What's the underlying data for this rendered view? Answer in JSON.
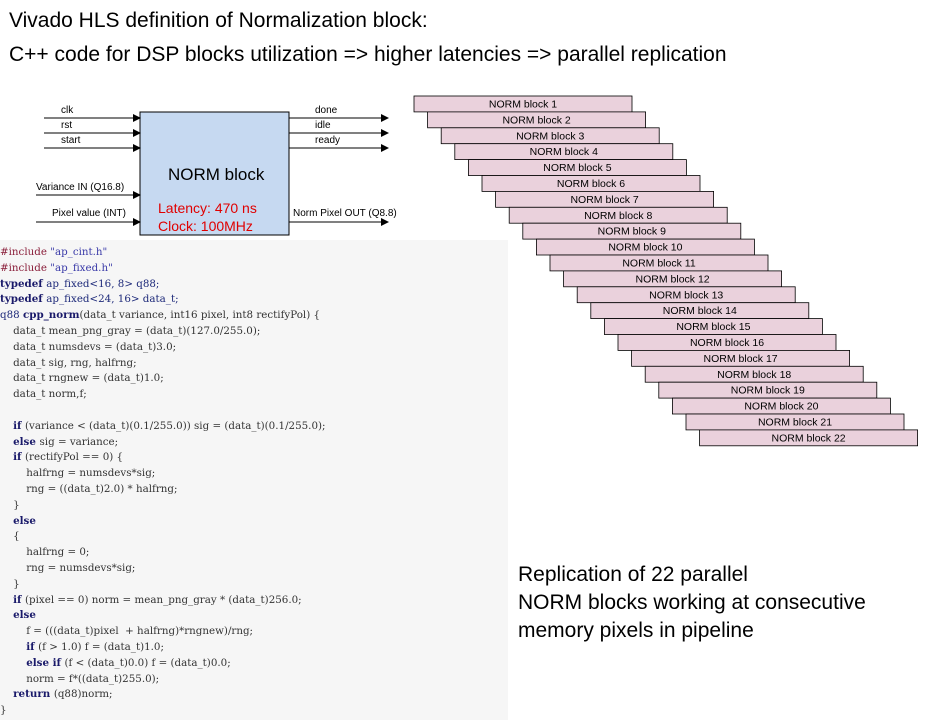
{
  "title": {
    "line1": "Vivado HLS definition of Normalization block:",
    "line2": "C++ code for DSP blocks utilization => higher latencies => parallel replication"
  },
  "norm_block": {
    "label": "NORM block",
    "latency": "Latency: 470 ns",
    "clock": "Clock: 100MHz",
    "inputs": [
      "clk",
      "rst",
      "start",
      "Variance IN (Q16.8)",
      "Pixel value (INT)"
    ],
    "outputs": [
      "done",
      "idle",
      "ready",
      "Norm Pixel OUT (Q8.8)"
    ],
    "fill_color": "#c6d9f1"
  },
  "replicas": {
    "fill_color": "#ead1dc",
    "labels": [
      "NORM block 1",
      "NORM block 2",
      "NORM block 3",
      "NORM block 4",
      "NORM block 5",
      "NORM block 6",
      "NORM block 7",
      "NORM block 8",
      "NORM block 9",
      "NORM block 10",
      "NORM block 11",
      "NORM block 12",
      "NORM block 13",
      "NORM block 14",
      "NORM block 15",
      "NORM block 16",
      "NORM block 17",
      "NORM block 18",
      "NORM block 19",
      "NORM block 20",
      "NORM block 21",
      "NORM block 22"
    ]
  },
  "code": [
    {
      "indent": "",
      "parts": [
        {
          "c": "pp",
          "t": "#include "
        },
        {
          "c": "str",
          "t": "\"ap_cint.h\""
        }
      ]
    },
    {
      "indent": "",
      "parts": [
        {
          "c": "pp",
          "t": "#include "
        },
        {
          "c": "str",
          "t": "\"ap_fixed.h\""
        }
      ]
    },
    {
      "indent": "",
      "parts": [
        {
          "c": "kw",
          "t": "typedef "
        },
        {
          "c": "ty",
          "t": "ap_fixed<16, 8> q88;"
        }
      ]
    },
    {
      "indent": "",
      "parts": [
        {
          "c": "kw",
          "t": "typedef "
        },
        {
          "c": "ty",
          "t": "ap_fixed<24, 16> data_t;"
        }
      ]
    },
    {
      "indent": "",
      "parts": [
        {
          "c": "ty",
          "t": "q88 "
        },
        {
          "c": "kw",
          "t": "cpp_norm"
        },
        {
          "c": "",
          "t": "(data_t variance, int16 pixel, int8 rectifyPol) {"
        }
      ]
    },
    {
      "indent": "    ",
      "parts": [
        {
          "c": "",
          "t": "data_t mean_png_gray = (data_t)(127.0/255.0);"
        }
      ]
    },
    {
      "indent": "    ",
      "parts": [
        {
          "c": "",
          "t": "data_t numsdevs = (data_t)3.0;"
        }
      ]
    },
    {
      "indent": "    ",
      "parts": [
        {
          "c": "",
          "t": "data_t sig, rng, halfrng;"
        }
      ]
    },
    {
      "indent": "    ",
      "parts": [
        {
          "c": "",
          "t": "data_t rngnew = (data_t)1.0;"
        }
      ]
    },
    {
      "indent": "    ",
      "parts": [
        {
          "c": "",
          "t": "data_t norm,f;"
        }
      ]
    },
    {
      "indent": "",
      "parts": [
        {
          "c": "",
          "t": ""
        }
      ]
    },
    {
      "indent": "    ",
      "parts": [
        {
          "c": "kw",
          "t": "if "
        },
        {
          "c": "",
          "t": "(variance < (data_t)(0.1/255.0)) sig = (data_t)(0.1/255.0);"
        }
      ]
    },
    {
      "indent": "    ",
      "parts": [
        {
          "c": "kw",
          "t": "else "
        },
        {
          "c": "",
          "t": "sig = variance;"
        }
      ]
    },
    {
      "indent": "    ",
      "parts": [
        {
          "c": "kw",
          "t": "if "
        },
        {
          "c": "",
          "t": "(rectifyPol == 0) {"
        }
      ]
    },
    {
      "indent": "        ",
      "parts": [
        {
          "c": "",
          "t": "halfrng = numsdevs*sig;"
        }
      ]
    },
    {
      "indent": "        ",
      "parts": [
        {
          "c": "",
          "t": "rng = ((data_t)2.0) * halfrng;"
        }
      ]
    },
    {
      "indent": "    ",
      "parts": [
        {
          "c": "",
          "t": "}"
        }
      ]
    },
    {
      "indent": "    ",
      "parts": [
        {
          "c": "kw",
          "t": "else"
        }
      ]
    },
    {
      "indent": "    ",
      "parts": [
        {
          "c": "",
          "t": "{"
        }
      ]
    },
    {
      "indent": "        ",
      "parts": [
        {
          "c": "",
          "t": "halfrng = 0;"
        }
      ]
    },
    {
      "indent": "        ",
      "parts": [
        {
          "c": "",
          "t": "rng = numsdevs*sig;"
        }
      ]
    },
    {
      "indent": "    ",
      "parts": [
        {
          "c": "",
          "t": "}"
        }
      ]
    },
    {
      "indent": "    ",
      "parts": [
        {
          "c": "kw",
          "t": "if "
        },
        {
          "c": "",
          "t": "(pixel == 0) norm = mean_png_gray * (data_t)256.0;"
        }
      ]
    },
    {
      "indent": "    ",
      "parts": [
        {
          "c": "kw",
          "t": "else"
        }
      ]
    },
    {
      "indent": "        ",
      "parts": [
        {
          "c": "",
          "t": "f = (((data_t)pixel  + halfrng)*rngnew)/rng;"
        }
      ]
    },
    {
      "indent": "        ",
      "parts": [
        {
          "c": "kw",
          "t": "if "
        },
        {
          "c": "",
          "t": "(f > 1.0) f = (data_t)1.0;"
        }
      ]
    },
    {
      "indent": "        ",
      "parts": [
        {
          "c": "kw",
          "t": "else if "
        },
        {
          "c": "",
          "t": "(f < (data_t)0.0) f = (data_t)0.0;"
        }
      ]
    },
    {
      "indent": "        ",
      "parts": [
        {
          "c": "",
          "t": "norm = f*((data_t)255.0);"
        }
      ]
    },
    {
      "indent": "    ",
      "parts": [
        {
          "c": "kw",
          "t": "return "
        },
        {
          "c": "",
          "t": "(q88)norm;"
        }
      ]
    },
    {
      "indent": "",
      "parts": [
        {
          "c": "",
          "t": "}"
        }
      ]
    }
  ],
  "caption": [
    "Replication of 22 parallel",
    "NORM blocks working at consecutive",
    "memory pixels in pipeline"
  ]
}
